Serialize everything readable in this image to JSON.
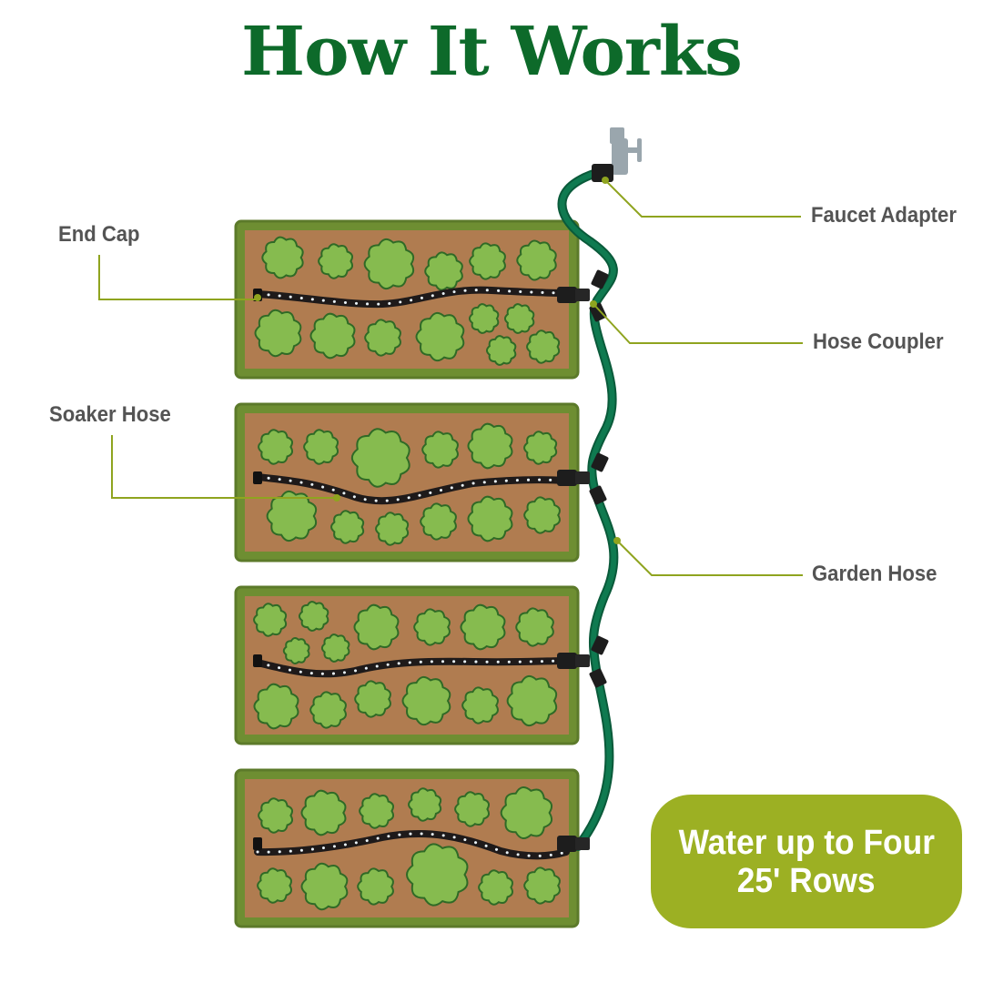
{
  "title": "How It Works",
  "labels": {
    "end_cap": "End Cap",
    "soaker_hose": "Soaker Hose",
    "faucet_adapter": "Faucet Adapter",
    "hose_coupler": "Hose Coupler",
    "garden_hose": "Garden Hose"
  },
  "callout": {
    "line1": "Water up to Four",
    "line2": "25' Rows"
  },
  "colors": {
    "title": "#0d6a2a",
    "label_text": "#545454",
    "leader_line": "#8fa41f",
    "callout_bg": "#9cb023",
    "soil": "#b07c50",
    "grass_border": "#6e8e32",
    "plant_fill": "#86bb4f",
    "plant_stroke": "#2f6a26",
    "garden_hose": "#0f7a50",
    "soaker_hose": "#1e1a1a",
    "faucet": "#9aa6ad"
  },
  "icons": [
    "faucet-icon",
    "hose-coupler-icon",
    "end-cap-icon",
    "plant-icon"
  ]
}
